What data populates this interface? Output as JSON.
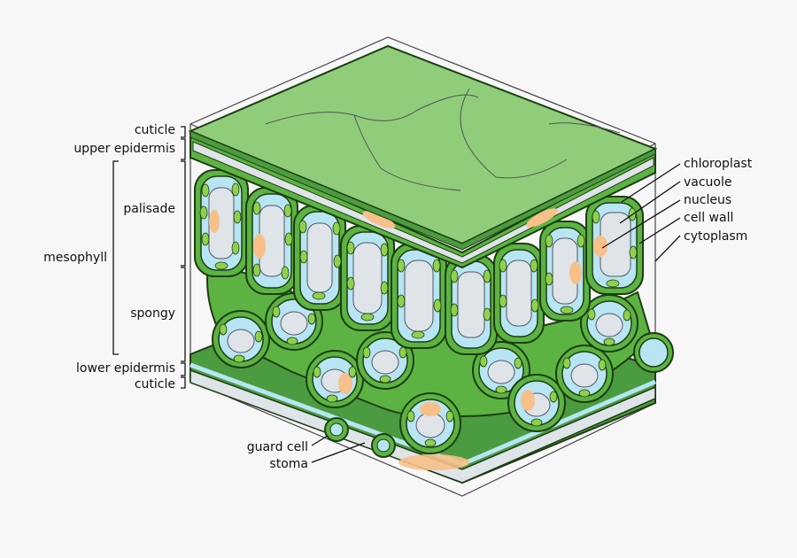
{
  "diagram": {
    "left_labels": {
      "cuticle_top": "cuticle",
      "upper_epidermis": "upper epidermis",
      "palisade": "palisade",
      "mesophyll": "mesophyll",
      "spongy": "spongy",
      "lower_epidermis": "lower epidermis",
      "cuticle_bottom": "cuticle"
    },
    "right_labels": {
      "chloroplast": "chloroplast",
      "vacuole": "vacuole",
      "nucleus": "nucleus",
      "cell_wall": "cell wall",
      "cytoplasm": "cytoplasm"
    },
    "bottom_labels": {
      "guard_cell": "guard cell",
      "stoma": "stoma"
    }
  },
  "colors": {
    "background": "#f7f7f7",
    "top_surface": "#8fcd7b",
    "bottom_surface": "#4b9b40",
    "cell_wall": "#5cb342",
    "cytoplasm": "#b7e5f3",
    "vacuole": "#dfe4e9",
    "chloroplast": "#8fd14f",
    "nucleus": "#f7c08a",
    "outline": "#1e3d12"
  }
}
